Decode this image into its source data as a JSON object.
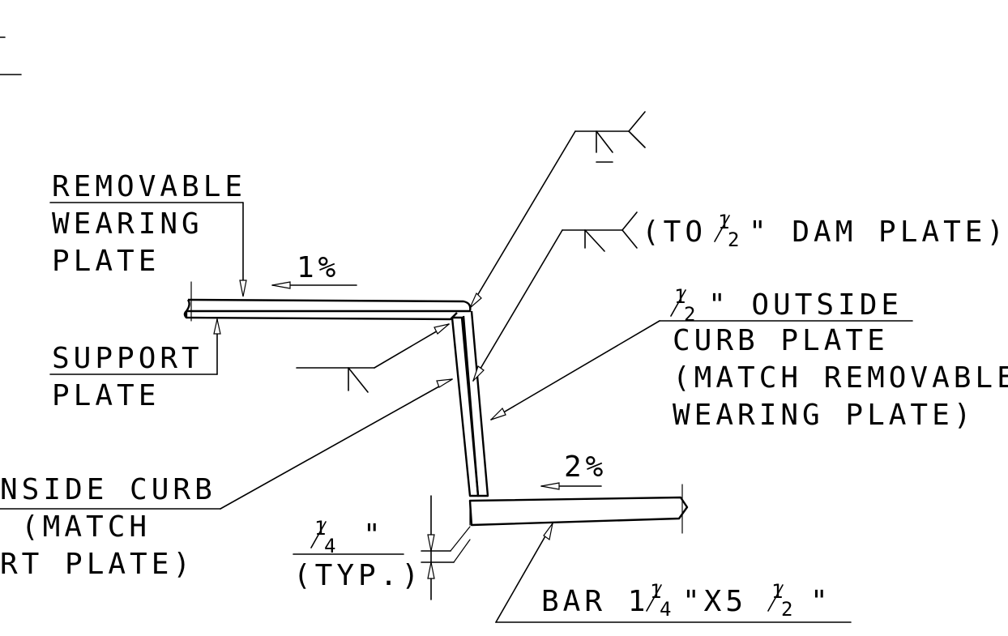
{
  "labels": {
    "removable_1": "REMOVABLE",
    "removable_2": "WEARING",
    "removable_3": "PLATE",
    "slope_top": "1%",
    "support_1": "SUPPORT",
    "support_2": "PLATE",
    "dam_prefix": "(TO",
    "dam_num": "1",
    "dam_den": "2",
    "dam_suffix": "\" DAM PLATE)",
    "outside_num": "1",
    "outside_den": "2",
    "outside_1": "\" OUTSIDE",
    "outside_2": "CURB PLATE",
    "outside_3": "(MATCH REMOVABLE",
    "outside_4": "WEARING PLATE)",
    "inside_1": "NSIDE CURB",
    "inside_2": "(MATCH",
    "inside_3": "RT PLATE)",
    "slope_bottom": "2%",
    "gap_num": "1",
    "gap_den": "4",
    "gap_inch": "\"",
    "gap_typ": "(TYP.)",
    "bar_prefix": "BAR 1",
    "bar_num1": "1",
    "bar_den1": "4",
    "bar_mid": "\"X5",
    "bar_num2": "1",
    "bar_den2": "2",
    "bar_suffix": "\""
  }
}
